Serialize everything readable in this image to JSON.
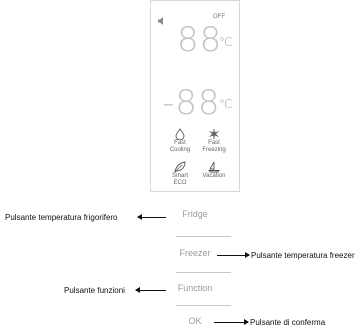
{
  "display": {
    "off_label": "OFF",
    "fridge_digits": "88",
    "fridge_unit": "℃",
    "freezer_digits": "-88",
    "freezer_unit": "℃",
    "modes": [
      {
        "label": "Fast Cooling",
        "icon": "water-drop-icon"
      },
      {
        "label": "Fast Freezing",
        "icon": "snowflake-icon"
      },
      {
        "label": "Smart ECO",
        "icon": "leaf-icon"
      },
      {
        "label": "Vacation",
        "icon": "sailboat-icon"
      }
    ]
  },
  "buttons": {
    "fridge": "Fridge",
    "freezer": "Freezer",
    "function": "Function",
    "ok": "OK"
  },
  "callouts": {
    "fridge": "Pulsante temperatura frigorifero",
    "freezer": "Pulsante temperatura freezer",
    "function": "Pulsante funzioni",
    "ok": "Pulsante di conferma"
  }
}
